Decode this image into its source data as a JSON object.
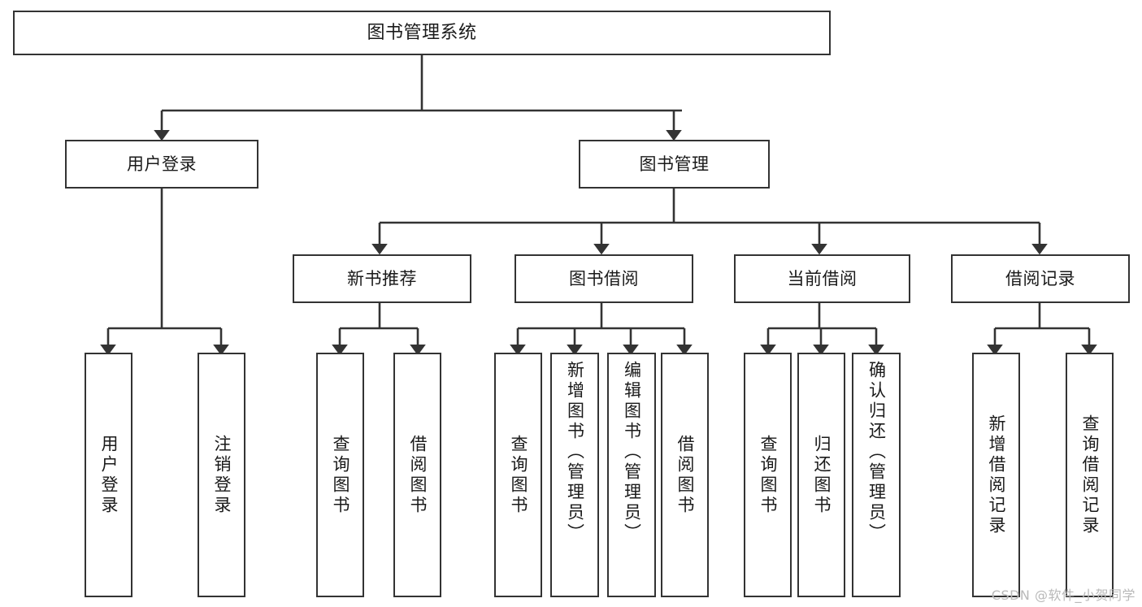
{
  "diagram": {
    "title": "图书管理系统",
    "root": {
      "label": "图书管理系统"
    },
    "level1": [
      {
        "label": "用户登录"
      },
      {
        "label": "图书管理"
      }
    ],
    "level2": [
      {
        "label": "新书推荐"
      },
      {
        "label": "图书借阅"
      },
      {
        "label": "当前借阅"
      },
      {
        "label": "借阅记录"
      }
    ],
    "leaves": {
      "user_login": [
        {
          "label": "用户登录"
        },
        {
          "label": "注销登录"
        }
      ],
      "new_book_recommend": [
        {
          "label": "查询图书"
        },
        {
          "label": "借阅图书"
        }
      ],
      "book_borrow": [
        {
          "label": "查询图书"
        },
        {
          "label": "新增图书（管理员）"
        },
        {
          "label": "编辑图书（管理员）"
        },
        {
          "label": "借阅图书"
        }
      ],
      "current_borrow": [
        {
          "label": "查询图书"
        },
        {
          "label": "归还图书"
        },
        {
          "label": "确认归还（管理员）"
        }
      ],
      "borrow_record": [
        {
          "label": "新增借阅记录"
        },
        {
          "label": "查询借阅记录"
        }
      ]
    }
  },
  "watermark": {
    "text": "CSDN @软件_小贺同学"
  },
  "colors": {
    "stroke": "#333333",
    "background": "#ffffff",
    "text": "#1a1a1a",
    "watermark": "#b9b9b9"
  }
}
